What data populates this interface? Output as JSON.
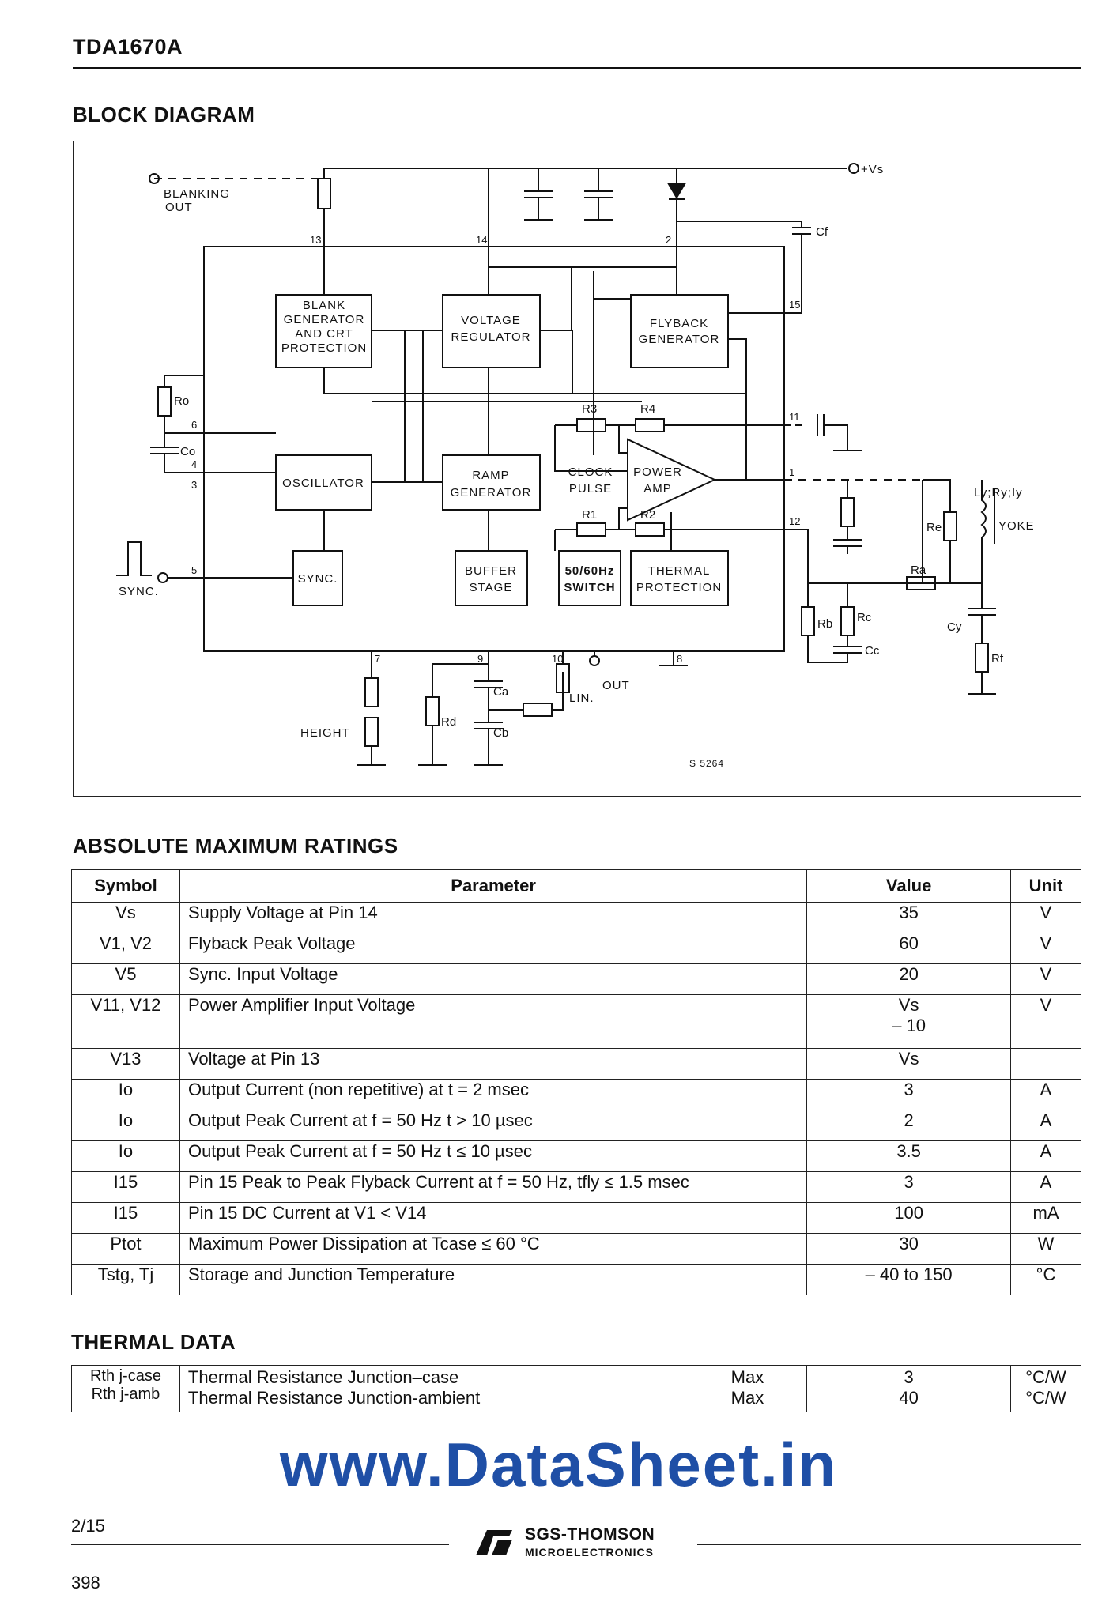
{
  "header": {
    "part_number": "TDA1670A"
  },
  "block_diagram": {
    "heading": "BLOCK DIAGRAM",
    "blocks": {
      "blank": [
        "BLANK",
        "GENERATOR",
        "AND CRT",
        "PROTECTION"
      ],
      "voltage": [
        "VOLTAGE",
        "REGULATOR"
      ],
      "flyback": [
        "FLYBACK",
        "GENERATOR"
      ],
      "oscillator": [
        "OSCILLATOR"
      ],
      "ramp": [
        "RAMP",
        "GENERATOR"
      ],
      "power_amp": [
        "POWER",
        "AMP"
      ],
      "clock_pulse": [
        "CLOCK",
        "PULSE"
      ],
      "sync": [
        "SYNC."
      ],
      "buffer": [
        "BUFFER",
        "STAGE"
      ],
      "switch": [
        "50/60Hz",
        "SWITCH"
      ],
      "thermal": [
        "THERMAL",
        "PROTECTION"
      ]
    },
    "labels": {
      "blanking_out": [
        "BLANKING",
        "OUT"
      ],
      "vs": "+Vs",
      "sync_in": "SYNC.",
      "height": "HEIGHT",
      "lin": "LIN.",
      "out": "OUT",
      "yoke": "YOKE",
      "ly": "Ly;Ry;Iy",
      "code": "S 5264"
    },
    "pins": [
      "13",
      "14",
      "2",
      "15",
      "6",
      "4",
      "3",
      "5",
      "11",
      "1",
      "12",
      "7",
      "9",
      "10",
      "8"
    ],
    "components": [
      "Ro",
      "Co",
      "Cf",
      "R3",
      "R4",
      "R1",
      "R2",
      "Re",
      "Ra",
      "Rb",
      "Rc",
      "Cc",
      "Cy",
      "Rf",
      "Ca",
      "Cb",
      "Rd"
    ]
  },
  "abs_max": {
    "heading": "ABSOLUTE MAXIMUM RATINGS",
    "columns": [
      "Symbol",
      "Parameter",
      "Value",
      "Unit"
    ],
    "rows": [
      {
        "symbol": "Vs",
        "parameter": "Supply Voltage at Pin 14",
        "value": "35",
        "unit": "V"
      },
      {
        "symbol": "V1, V2",
        "parameter": "Flyback Peak Voltage",
        "value": "60",
        "unit": "V"
      },
      {
        "symbol": "V5",
        "parameter": "Sync. Input Voltage",
        "value": "20",
        "unit": "V"
      },
      {
        "symbol": "V11, V12",
        "parameter": "Power Amplifier Input Voltage",
        "value": "Vs",
        "value2": "– 10",
        "unit": "V"
      },
      {
        "symbol": "V13",
        "parameter": "Voltage at Pin 13",
        "value": "Vs",
        "unit": ""
      },
      {
        "symbol": "Io",
        "parameter": "Output Current (non repetitive) at t = 2 msec",
        "value": "3",
        "unit": "A"
      },
      {
        "symbol": "Io",
        "parameter": "Output Peak Current at f = 50 Hz t > 10 µsec",
        "value": "2",
        "unit": "A"
      },
      {
        "symbol": "Io",
        "parameter": "Output Peak Current at f = 50 Hz t ≤ 10 µsec",
        "value": "3.5",
        "unit": "A"
      },
      {
        "symbol": "I15",
        "parameter": "Pin 15 Peak to Peak Flyback Current at f = 50 Hz, tfly ≤ 1.5 msec",
        "value": "3",
        "unit": "A"
      },
      {
        "symbol": "I15",
        "parameter": "Pin 15 DC Current at V1 < V14",
        "value": "100",
        "unit": "mA"
      },
      {
        "symbol": "Ptot",
        "parameter": "Maximum Power Dissipation at Tcase ≤ 60 °C",
        "value": "30",
        "unit": "W"
      },
      {
        "symbol": "Tstg, Tj",
        "parameter": "Storage and Junction Temperature",
        "value": "– 40 to 150",
        "unit": "°C"
      }
    ]
  },
  "thermal": {
    "heading": "THERMAL DATA",
    "rows": [
      {
        "symbol": "Rth j-case",
        "parameter": "Thermal Resistance Junction–case",
        "qual": "Max",
        "value": "3",
        "unit": "°C/W"
      },
      {
        "symbol": "Rth j-amb",
        "parameter": "Thermal Resistance Junction-ambient",
        "qual": "Max",
        "value": "40",
        "unit": "°C/W"
      }
    ]
  },
  "watermark": "www.DataSheet.in",
  "footer": {
    "page": "2/15",
    "page_number": "398",
    "brand": "SGS-THOMSON",
    "brand_sub": "MICROELECTRONICS"
  }
}
